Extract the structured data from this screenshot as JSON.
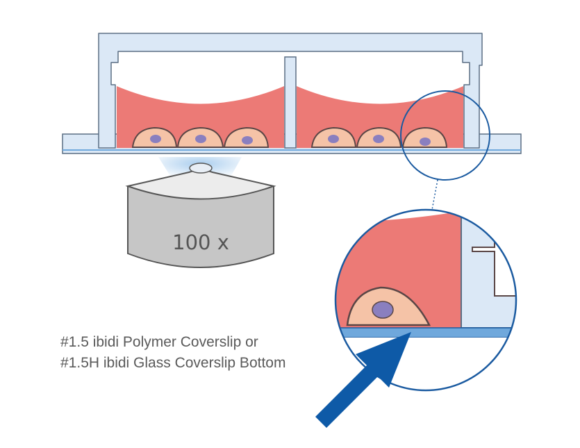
{
  "objective": {
    "magnification_label": "100 x"
  },
  "caption": {
    "line1": "#1.5 ibidi Polymer Coverslip or",
    "line2": "#1.5H ibidi Glass Coverslip Bottom"
  },
  "colors": {
    "plastic_fill": "#dbe8f6",
    "plastic_stroke": "#5b6e84",
    "medium": "#ec7a76",
    "cell_body": "#f5c3a7",
    "nucleus": "#8a7fbf",
    "objective_body": "#c6c6c6",
    "light_beam": "#a9cdee",
    "zoom_outline": "#1a5aa0",
    "arrow": "#0e5aa7",
    "coverslip": "#6fa8dc"
  }
}
